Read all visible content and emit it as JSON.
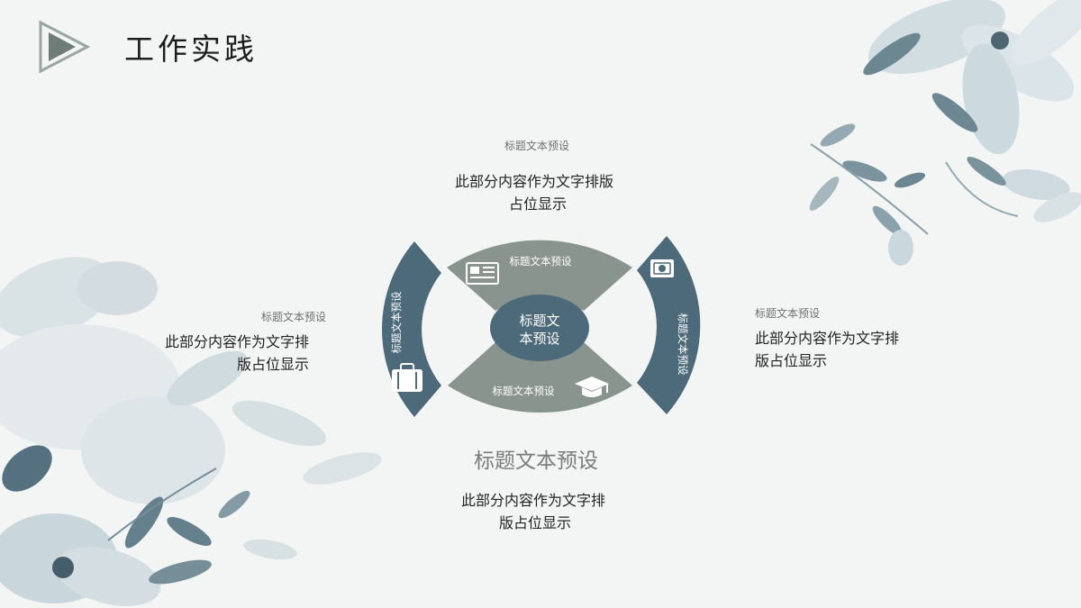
{
  "header": {
    "title": "工作实践"
  },
  "top_block": {
    "label": "标题文本预设",
    "body": [
      "此部分内容作为文字排版",
      "占位显示"
    ]
  },
  "left_block": {
    "label": "标题文本预设",
    "body": [
      "此部分内容作为文字排",
      "版占位显示"
    ]
  },
  "right_block": {
    "label": "标题文本预设",
    "body": [
      "此部分内容作为文字排",
      "版占位显示"
    ]
  },
  "bottom_block": {
    "label": "标题文本预设",
    "body": [
      "此部分内容作为文字排",
      "版占位显示"
    ]
  },
  "diagram": {
    "center": [
      "标题文",
      "本预设"
    ],
    "top_segment": "标题文本预设",
    "bottom_segment": "标题文本预设",
    "left_segment": "标题文本预设",
    "right_segment": "标题文本预设",
    "icons": {
      "top": "newspaper-icon",
      "bottom": "graduation-cap-icon",
      "left": "briefcase-icon",
      "right": "money-bill-icon"
    }
  },
  "colors": {
    "dark_slate": "#4d6a7a",
    "gray_green": "#8a948f",
    "background": "#f3f5f5"
  }
}
